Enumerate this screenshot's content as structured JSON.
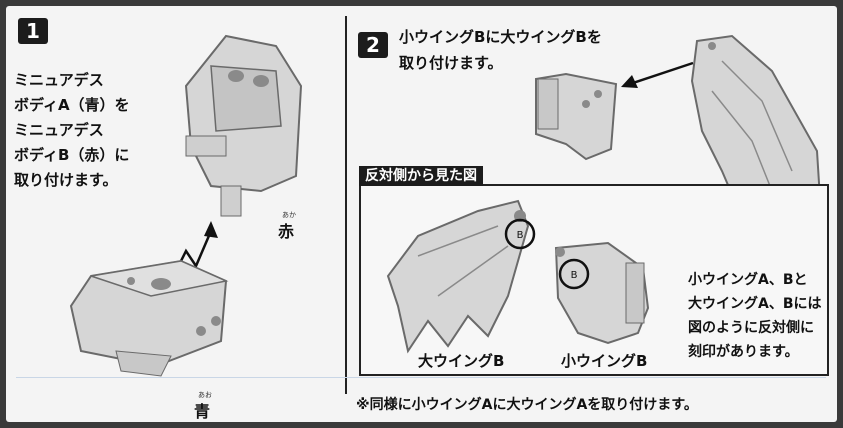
{
  "step1": {
    "number": "1",
    "lines": [
      "ミニュアデス",
      "ボディA（青）を",
      "ミニュアデス",
      "ボディB（赤）に",
      "取り付けます。"
    ],
    "label_red": "赤",
    "label_red_ruby": "あか",
    "label_blue": "青",
    "label_blue_ruby": "あお"
  },
  "step2": {
    "number": "2",
    "lines": [
      "小ウイングBに大ウイングBを",
      "取り付けます。"
    ],
    "inset_title": "反対側から見た図",
    "label_large_b": "大ウイングB",
    "label_small_b": "小ウイングB",
    "marker_letter": "B",
    "note_lines": [
      "小ウイングA、Bと",
      "大ウイングA、Bには",
      "図のように反対側に",
      "刻印があります。"
    ]
  },
  "footer": {
    "note": "※同様に小ウイングAに大ウイングAを取り付けます。"
  },
  "colors": {
    "background": "#f4f4f4",
    "ink": "#111111",
    "part_fill": "#d6d6d6",
    "part_stroke": "#6a6a6a"
  }
}
